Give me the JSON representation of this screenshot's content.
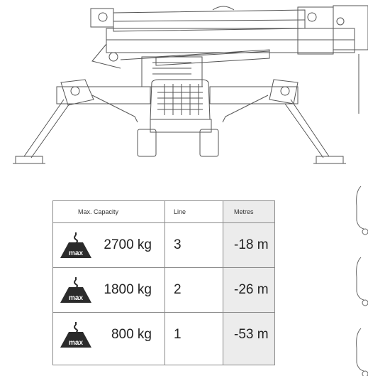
{
  "table": {
    "headers": {
      "capacity": "Max. Capacity",
      "line": "Line",
      "metres": "Metres"
    },
    "icon_label": "max",
    "rows": [
      {
        "capacity": "2700 kg",
        "line": "3",
        "metres": "-18 m"
      },
      {
        "capacity": "1800 kg",
        "line": "2",
        "metres": "-26 m"
      },
      {
        "capacity": "800 kg",
        "line": "1",
        "metres": "-53 m"
      }
    ]
  },
  "colors": {
    "border": "#8a8a8a",
    "metres_column_bg": "#ececec",
    "icon": "#2b2b2b",
    "line_art": "#555555"
  }
}
